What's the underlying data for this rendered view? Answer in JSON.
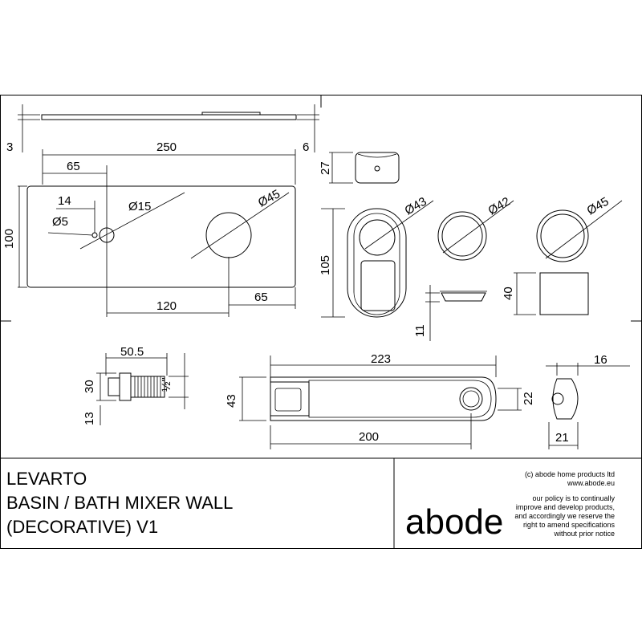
{
  "title_block": {
    "product_name": "LEVARTO",
    "product_line_2": "BASIN / BATH MIXER WALL",
    "product_line_3": "(DECORATIVE) V1",
    "brand": "abode",
    "copyright": "(c) abode home products ltd",
    "website": "www.abode.eu",
    "policy_lines": [
      "our policy is to continually",
      "improve and develop products,",
      "and accordingly we reserve the",
      "right to amend specifications",
      "without prior notice"
    ]
  },
  "dimensions": {
    "plate_thickness": "3",
    "plate_edge": "6",
    "plate_width": "250",
    "spout_offset": "65",
    "small_offset": "14",
    "dia_small_hole": "Ø5",
    "dia_spout_hole": "Ø15",
    "dia_handle_hole": "Ø45",
    "plate_height": "100",
    "hole_spacing": "120",
    "right_offset": "65",
    "cap_height": "27",
    "cap_front_height": "105",
    "dia_43": "Ø43",
    "dia_42": "Ø42",
    "dia_45": "Ø45",
    "ring_depth": "11",
    "block_height": "40",
    "connector_length": "50.5",
    "connector_height": "30",
    "connector_offset": "13",
    "thread_size": "½\"",
    "spout_length": "223",
    "spout_height": "43",
    "spout_inner_length": "200",
    "spout_thickness": "22",
    "end_depth": "16",
    "end_width": "21"
  }
}
